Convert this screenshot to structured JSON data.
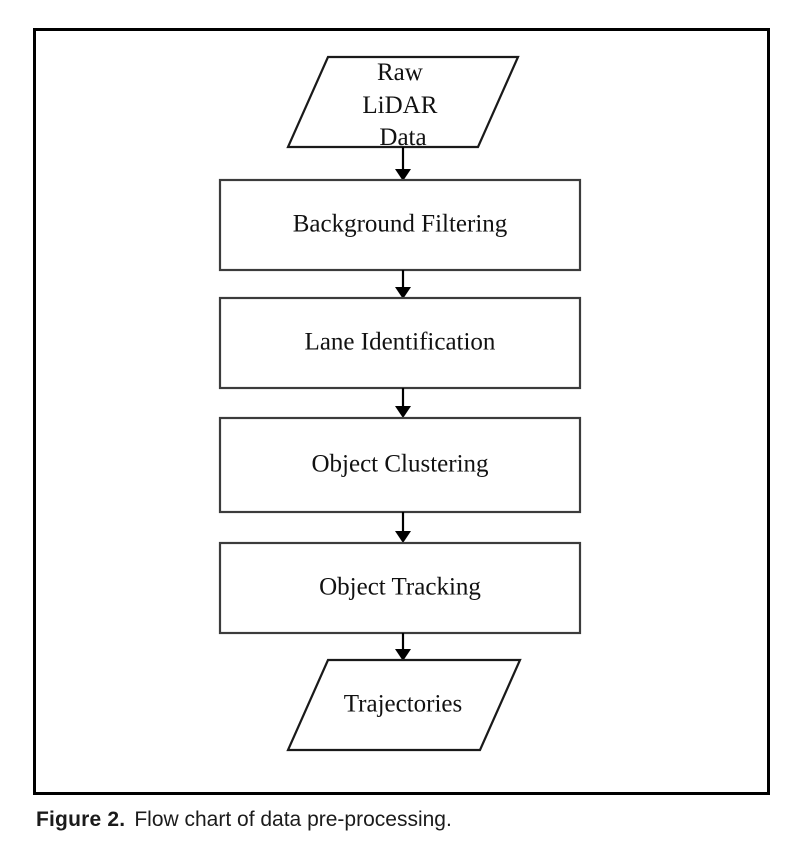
{
  "figure": {
    "caption_label": "Figure 2.",
    "caption_text": "Flow chart of data pre-processing.",
    "frame_color": "#000000",
    "background_color": "#ffffff"
  },
  "chart_data": {
    "type": "diagram",
    "diagram_kind": "flowchart",
    "orientation": "top-to-bottom",
    "title": "Flow chart of data pre-processing",
    "nodes": [
      {
        "id": "raw-lidar-data",
        "label": "Raw LiDAR Data",
        "lines": [
          "Raw",
          "LiDAR",
          "Data"
        ],
        "shape": "parallelogram",
        "role": "input"
      },
      {
        "id": "background-filtering",
        "label": "Background Filtering",
        "lines": [
          "Background Filtering"
        ],
        "shape": "rectangle",
        "role": "process"
      },
      {
        "id": "lane-identification",
        "label": "Lane Identification",
        "lines": [
          "Lane Identification"
        ],
        "shape": "rectangle",
        "role": "process"
      },
      {
        "id": "object-clustering",
        "label": "Object Clustering",
        "lines": [
          "Object Clustering"
        ],
        "shape": "rectangle",
        "role": "process"
      },
      {
        "id": "object-tracking",
        "label": "Object Tracking",
        "lines": [
          "Object Tracking"
        ],
        "shape": "rectangle",
        "role": "process"
      },
      {
        "id": "trajectories",
        "label": "Trajectories",
        "lines": [
          "Trajectories"
        ],
        "shape": "parallelogram",
        "role": "output"
      }
    ],
    "edges": [
      {
        "from": "raw-lidar-data",
        "to": "background-filtering",
        "style": "solid-arrow"
      },
      {
        "from": "background-filtering",
        "to": "lane-identification",
        "style": "solid-arrow"
      },
      {
        "from": "lane-identification",
        "to": "object-clustering",
        "style": "solid-arrow"
      },
      {
        "from": "object-clustering",
        "to": "object-tracking",
        "style": "solid-arrow"
      },
      {
        "from": "object-tracking",
        "to": "trajectories",
        "style": "solid-arrow"
      }
    ],
    "colors": {
      "node_stroke": "#3c3c3c",
      "node_fill": "#ffffff",
      "edge": "#000000",
      "text": "#111111"
    }
  }
}
